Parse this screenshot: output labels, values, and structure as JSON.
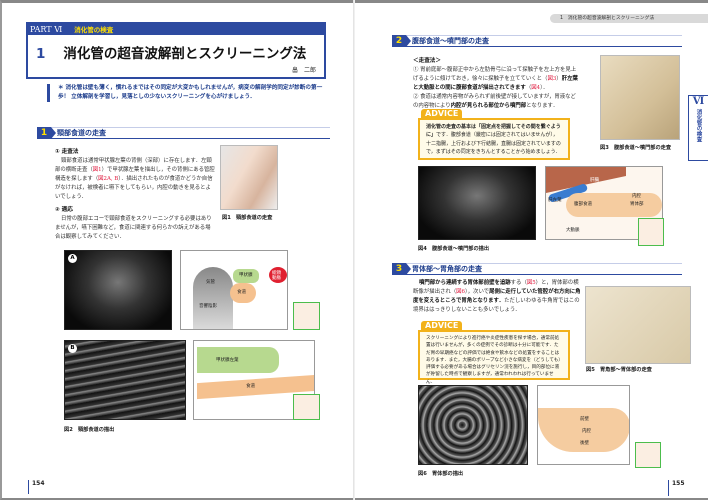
{
  "left_page": {
    "part_label": "PART Ⅵ",
    "chapter_title": "消化管の検査",
    "section_number": "1",
    "title": "消化管の超音波解剖とスクリーニング法",
    "author": "畠　二郎",
    "lead": "＊ 消化管は壁も薄く，慣れるまではその同定が大変かもしれませんが，病変の解剖学的同定が診断の第一歩！ 立体解剖を学習し，見落としの少ないスクリーニングを心がけましょう．",
    "section1": {
      "number": "1",
      "title": "頸部食道の走査",
      "sub1": "① 走査法",
      "p1a": "頸部食道は通常甲状腺左葉の背側（深部）に存在します．左頸部の横断走査（",
      "ref1": "図1",
      "p1b": "）で甲状腺左葉を描出し，その背側にある管腔構造を探します（",
      "ref2": "図2A, B",
      "p1c": "）．描出されたものが食道かどうか自信がなければ，被検者に嚥下をしてもらい，内腔の動きを見るとよいでしょう．",
      "sub2": "② 適応",
      "p2": "日常の腹部エコーで頸部食道をスクリーニングする必要はありませんが，嚥下困難など，食道に関連する何らかの訴えがある場合は観察してみてください．"
    },
    "fig1_caption": "図1　頸部食道の走査",
    "fig2": {
      "a_label": "A",
      "b_label": "B",
      "trachea": "気管",
      "acoustic_shadow": "音響陰影",
      "thyroid": "甲状腺",
      "esophagus": "食道",
      "carotid": "総頸動脈",
      "thyroid_left": "甲状腺左葉",
      "esophagus_b": "食道"
    },
    "fig2_caption": "図2　頸部食道の描出",
    "page_number": "154"
  },
  "right_page": {
    "running_head": "1　消化管の超音波解剖とスクリーニング法",
    "side_tab": {
      "roman": "Ⅵ",
      "text": "消化管の検査"
    },
    "section2": {
      "number": "2",
      "title": "腹部食道〜噴門部の走査",
      "sub": "＜走査法＞",
      "p1a": "① 胃前庭部〜腹部正中から左肋骨弓に沿って探触子を左上方を見上げるように傾けておき，徐々に探触子を立てていくと（",
      "ref1": "図3",
      "p1b": "）",
      "p1bold": "肝左葉と大動脈との間に腹部食道が描出されてきます",
      "ref2": "図4",
      "p2a": "② 食道は通常内容物がみられず前後壁が接していますが，胃液などの内容物により",
      "p2bold": "内腔が見られる部位から噴門部",
      "p2b": "となります．"
    },
    "advice1": {
      "label": "ADVICE",
      "bold": "消化管の走査の基本は「固定点を把握してその間を繋ぐように」",
      "text": "です．腹部食道（厳密には固定されてはいませんが），十二指腸，上行および下行結腸，直腸は固定されていますので，まずはその同定をきちんとすることから始めましょう．"
    },
    "fig3_caption": "図3　腹部食道〜噴門部の走査",
    "fig4": {
      "liver": "肝臓",
      "left_lobe": "肝左葉",
      "abd_esophagus": "腹部食道",
      "aorta": "大動脈",
      "lumen": "内腔",
      "stomach": "胃体部"
    },
    "fig4_caption": "図4　腹部食道〜噴門部の描出",
    "section3": {
      "number": "3",
      "title": "胃体部〜胃角部の走査",
      "bold1": "噴門部から連続する胃体部前壁を追跡",
      "t1": "する（",
      "ref1": "図5",
      "t2": "）と，胃体部の横断像が描出され（",
      "ref2": "図6",
      "t3": "），次いで",
      "bold2": "尾側に走行していた管腔が右方向に角度を変えるところで胃角となります．",
      "t4": "ただしいわゆる牛角胃ではこの境界ははっきりしないことも多いでしょう．"
    },
    "advice2": {
      "label": "ADVICE",
      "text": "スクリーニングにより進行癌や炎症性疾患を探す場合，通常前処置は行いませんが，多くの症例でその診断は十分に可能です．ただ胃の早期癌などの評価では絶食や飲水などの処置をすることはあります．また，大腸のポリープなど小さな病変を（どうしても）評価する必要がある場合はグリセリン浣を施行し，目的部位に液が貯留した時点で観察しますが，通常われわれは行っていません．"
    },
    "fig5_caption": "図5　胃角部〜胃体部の走査",
    "fig6": {
      "front_wall": "前壁",
      "lumen": "内腔",
      "back_wall": "後壁"
    },
    "fig6_caption": "図6　胃体部の描出",
    "page_number": "155"
  },
  "colors": {
    "brand_blue": "#2d4aa0",
    "advice_orange": "#f2b21b",
    "ref_red": "#e0183c"
  }
}
